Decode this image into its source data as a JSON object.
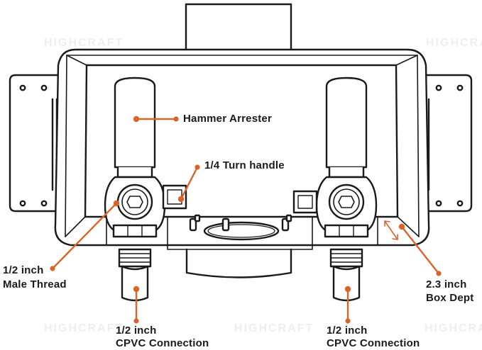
{
  "watermark": "HIGHCRAFT",
  "accent_color": "#d9642b",
  "labels": {
    "hammer_arrester": "Hammer Arrester",
    "turn_handle": "1/4 Turn handle",
    "male_thread_line1": "1/2 inch",
    "male_thread_line2": "Male Thread",
    "cpvc_left_line1": "1/2 inch",
    "cpvc_left_line2": "CPVC Connection",
    "cpvc_right_line1": "1/2 inch",
    "cpvc_right_line2": "CPVC Connection",
    "box_depth_line1": "2.3 inch",
    "box_depth_line2": "Box Dept"
  }
}
